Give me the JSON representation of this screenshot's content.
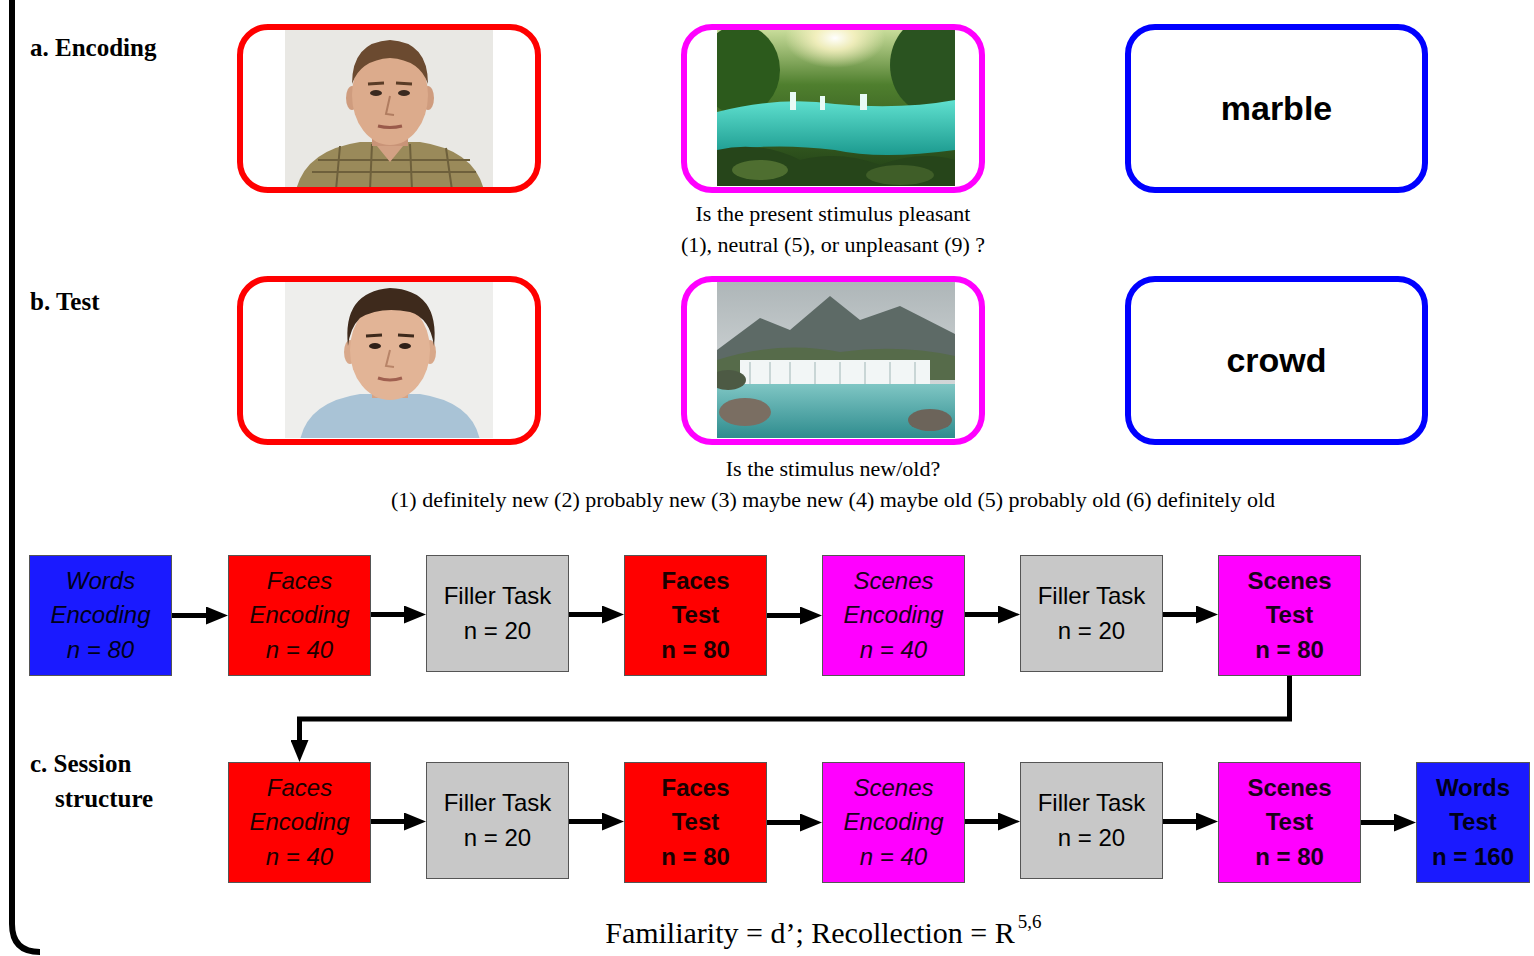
{
  "diagram": {
    "caption": "Familiarity = d’; Recollection = R",
    "nodes": [
      {
        "text": [
          "marble"
        ]
      },
      {
        "text": [
          "crowd"
        ]
      },
      {
        "text": [
          "Words Encoding",
          "n = 80"
        ]
      },
      {
        "text": [
          "Faces Encoding",
          "n = 40"
        ]
      },
      {
        "text": [
          "Filler Task",
          "n = 20"
        ]
      },
      {
        "text": [
          "Faces Test",
          "n = 80"
        ]
      },
      {
        "text": [
          "Scenes Encoding",
          "n = 40"
        ]
      },
      {
        "text": [
          "Filler Task",
          "n = 20"
        ]
      },
      {
        "text": [
          "Scenes Test",
          "n = 80"
        ]
      },
      {
        "text": [
          "Faces Encoding",
          "n = 40"
        ]
      },
      {
        "text": [
          "Filler Task",
          "n = 20"
        ]
      },
      {
        "text": [
          "Faces Test",
          "n = 80"
        ]
      },
      {
        "text": [
          "Scenes Encoding",
          "n = 40"
        ]
      },
      {
        "text": [
          "Filler Task",
          "n = 20"
        ]
      },
      {
        "text": [
          "Scenes Test",
          "n = 80"
        ]
      },
      {
        "text": [
          "Words Test",
          "n = 160"
        ]
      }
    ],
    "edges": [
      {
        "from": 2,
        "to": 3,
        "arrow": "to"
      },
      {
        "from": 3,
        "to": 4,
        "arrow": "to"
      },
      {
        "from": 4,
        "to": 5,
        "arrow": "to"
      },
      {
        "from": 5,
        "to": 6,
        "arrow": "to"
      },
      {
        "from": 6,
        "to": 7,
        "arrow": "to"
      },
      {
        "from": 7,
        "to": 8,
        "arrow": "to"
      },
      {
        "from": 8,
        "to": 9,
        "arrow": "to"
      },
      {
        "from": 9,
        "to": 10,
        "arrow": "to"
      },
      {
        "from": 10,
        "to": 11,
        "arrow": "to"
      },
      {
        "from": 11,
        "to": 12,
        "arrow": "to"
      },
      {
        "from": 12,
        "to": 13,
        "arrow": "to"
      },
      {
        "from": 13,
        "to": 14,
        "arrow": "to"
      },
      {
        "from": 14,
        "to": 15,
        "arrow": "to"
      }
    ],
    "labels": [
      "a. Encoding",
      "Is the present stimulus pleasant (1), neutral (5), or unpleasant (9) ?",
      "b. Test",
      "Is the stimulus new/old?",
      "(1) definitely new (2) probably new (3) maybe new (4) maybe old (5) probably old (6) definitely old",
      "c. Session structure",
      "5,6"
    ]
  }
}
